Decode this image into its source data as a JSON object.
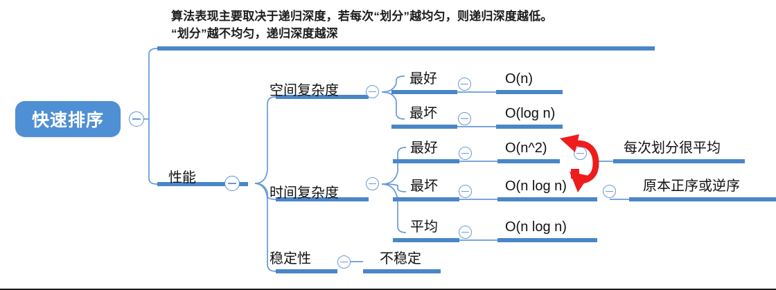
{
  "note": {
    "line1": "算法表现主要取决于递归深度，若每次“划分”越均匀，则递归深度越低。",
    "line2": "“划分”越不均匀，递归深度越深"
  },
  "root": {
    "label": "快速排序",
    "toggle": "collapse-toggle"
  },
  "branches": {
    "performance": {
      "label": "性能"
    },
    "space_complexity": {
      "label": "空间复杂度"
    },
    "time_complexity": {
      "label": "时间复杂度"
    },
    "stability": {
      "label": "稳定性",
      "value": "不稳定"
    }
  },
  "space_rows": [
    {
      "case": "最好",
      "value": "O(n)"
    },
    {
      "case": "最坏",
      "value": "O(log n)"
    }
  ],
  "time_rows": [
    {
      "case": "最好",
      "value": "O(n^2)",
      "note": "每次划分很平均"
    },
    {
      "case": "最坏",
      "value": "O(n log n)",
      "note": "原本正序或逆序"
    },
    {
      "case": "平均",
      "value": "O(n log n)",
      "note": ""
    }
  ],
  "annotation": {
    "name": "swap-arrow",
    "color": "#ee1c1c"
  },
  "colors": {
    "node_fill": "#4f8fd4",
    "bar": "#4a86c8",
    "wire": "#6699d6",
    "text": "#111111",
    "accent_red": "#ee1c1c"
  }
}
